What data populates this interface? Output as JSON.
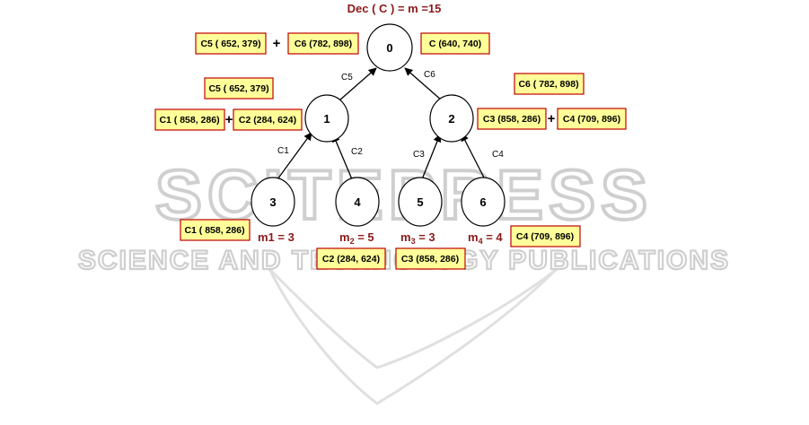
{
  "header": {
    "dec_label": "Dec ( C ) = m =15"
  },
  "watermark": {
    "line1": "SCITEPRESS",
    "line2": "SCIENCE AND TECHNOLOGY PUBLICATIONS"
  },
  "colors": {
    "box_fill": "#ffff99",
    "box_border": "#c00000",
    "m_text": "#8b1a1a"
  },
  "nodes": [
    {
      "id": "0",
      "label": "0"
    },
    {
      "id": "1",
      "label": "1"
    },
    {
      "id": "2",
      "label": "2"
    },
    {
      "id": "3",
      "label": "3"
    },
    {
      "id": "4",
      "label": "4"
    },
    {
      "id": "5",
      "label": "5"
    },
    {
      "id": "6",
      "label": "6"
    }
  ],
  "edges": [
    {
      "from": "1",
      "to": "0",
      "label": "C5"
    },
    {
      "from": "2",
      "to": "0",
      "label": "C6"
    },
    {
      "from": "3",
      "to": "1",
      "label": "C1"
    },
    {
      "from": "4",
      "to": "1",
      "label": "C2"
    },
    {
      "from": "5",
      "to": "2",
      "label": "C3"
    },
    {
      "from": "6",
      "to": "2",
      "label": "C4"
    }
  ],
  "boxes": {
    "top_c5": "C5 ( 652, 379)",
    "top_c6": "C6 (782, 898)",
    "top_c": "C (640, 740)",
    "n1_c5": "C5 ( 652, 379)",
    "n1_c1": "C1 ( 858, 286)",
    "n1_c2": "C2 (284, 624)",
    "n2_c6": "C6 ( 782, 898)",
    "n2_c3": "C3 (858, 286)",
    "n2_c4": "C4 (709, 896)",
    "leaf_c1": "C1 ( 858, 286)",
    "leaf_c2": "C2 (284, 624)",
    "leaf_c3": "C3 (858, 286)",
    "leaf_c4": "C4 (709, 896)"
  },
  "plus_sign": "+",
  "m_labels": {
    "m1": "m1 = 3",
    "m2": {
      "base": "m",
      "sub": "2",
      "rest": " = 5"
    },
    "m3": {
      "base": "m",
      "sub": "3",
      "rest": " = 3"
    },
    "m4": {
      "base": "m",
      "sub": "4",
      "rest": " = 4"
    }
  }
}
